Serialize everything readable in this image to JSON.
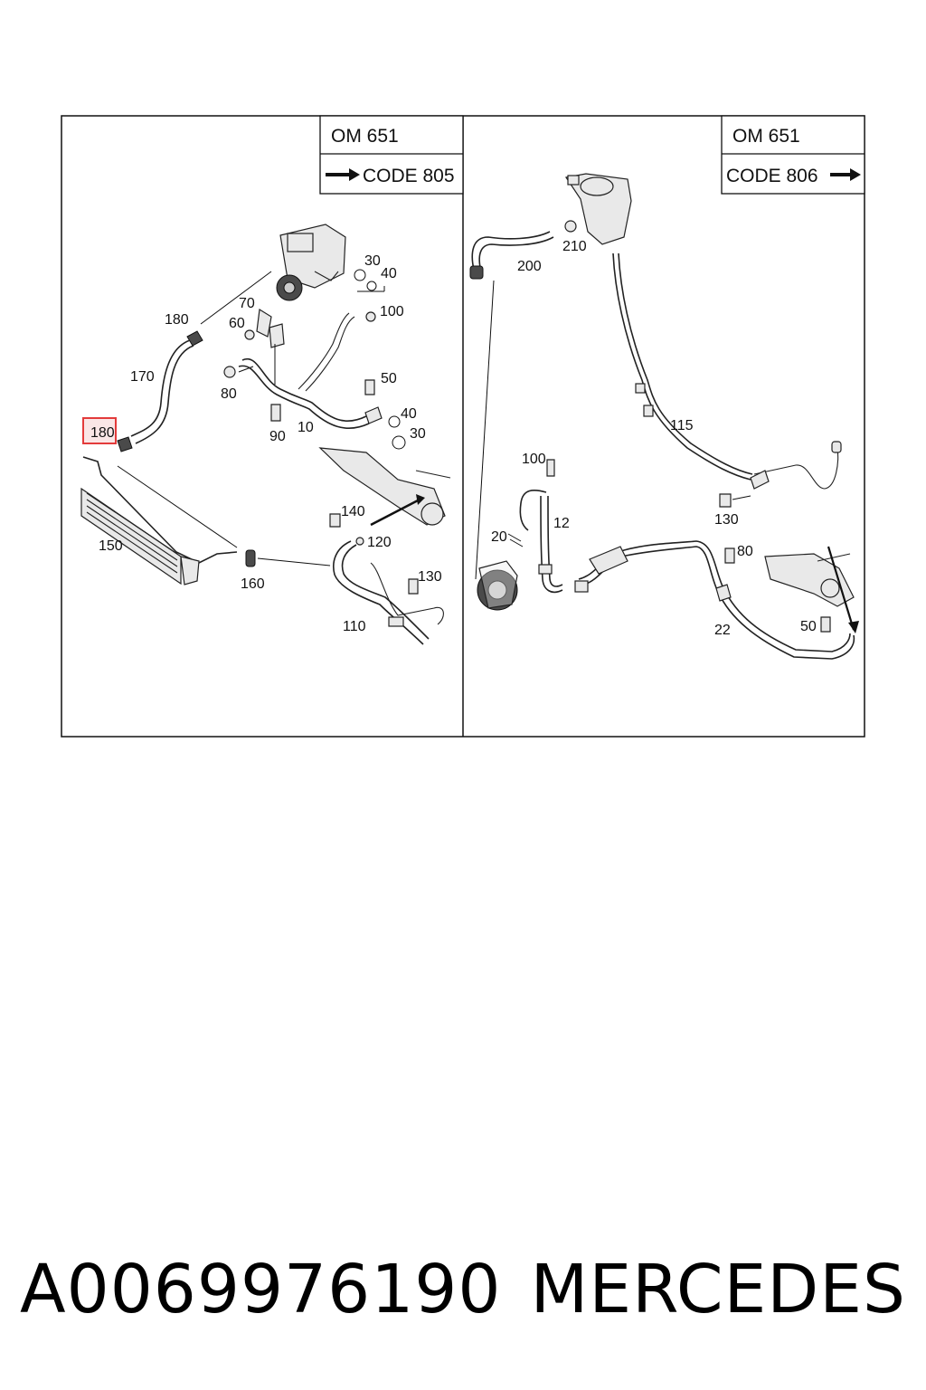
{
  "left_panel": {
    "engine": "OM 651",
    "code": "CODE 805",
    "callouts": [
      "30",
      "40",
      "70",
      "100",
      "180",
      "60",
      "170",
      "80",
      "50",
      "40",
      "30",
      "90",
      "10",
      "180",
      "140",
      "150",
      "120",
      "130",
      "160",
      "110"
    ]
  },
  "right_panel": {
    "engine": "OM 651",
    "code": "CODE 806",
    "callouts": [
      "210",
      "200",
      "115",
      "100",
      "130",
      "20",
      "12",
      "80",
      "22",
      "50"
    ]
  },
  "highlight": {
    "label": "180",
    "color": "#e33b3b"
  },
  "footer": {
    "part_number": "A0069976190",
    "brand": "MERCEDES"
  }
}
